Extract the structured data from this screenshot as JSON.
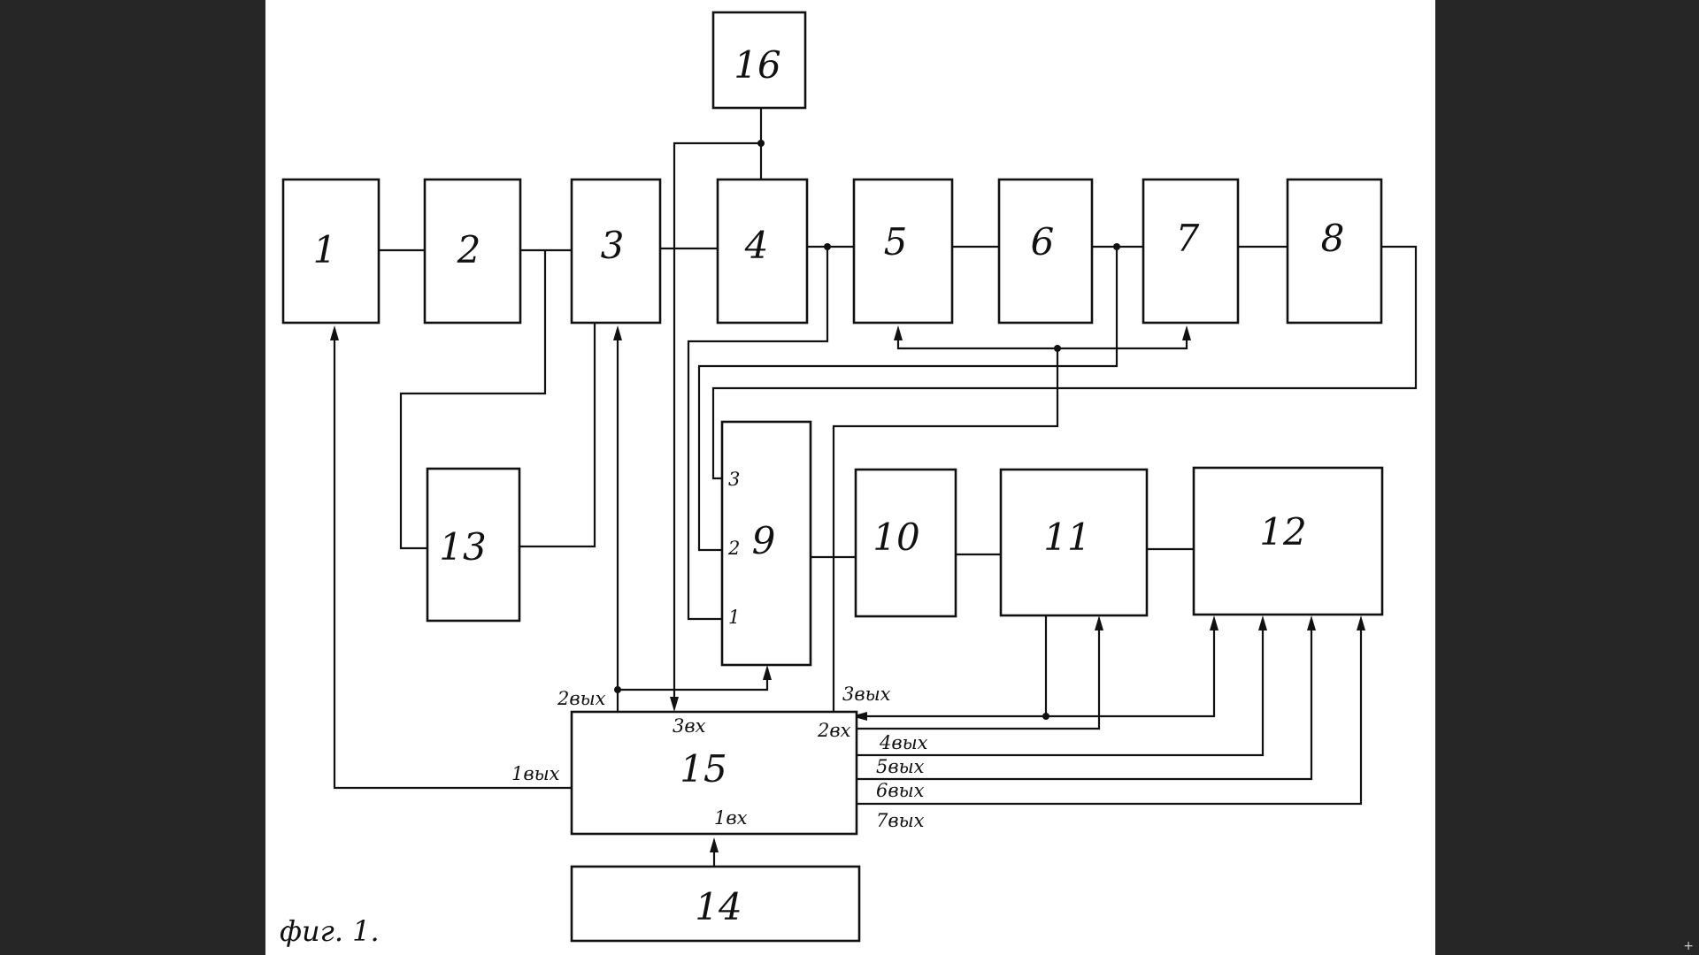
{
  "figure": {
    "caption": "фиг. 1."
  },
  "blocks": {
    "b1": "1",
    "b2": "2",
    "b3": "3",
    "b4": "4",
    "b5": "5",
    "b6": "6",
    "b7": "7",
    "b8": "8",
    "b9": "9",
    "b10": "10",
    "b11": "11",
    "b12": "12",
    "b13": "13",
    "b14": "14",
    "b15": "15",
    "b16": "16"
  },
  "block9_pins": {
    "p1": "1",
    "p2": "2",
    "p3": "3"
  },
  "block15_ports": {
    "in1": "1вх",
    "in2": "2вх",
    "in3": "3вх",
    "out1": "1вых",
    "out2": "2вых",
    "out3": "3вых",
    "out4": "4вых",
    "out5": "5вых",
    "out6": "6вых",
    "out7": "7вых"
  },
  "viewer": {
    "corner_mark": "+"
  }
}
